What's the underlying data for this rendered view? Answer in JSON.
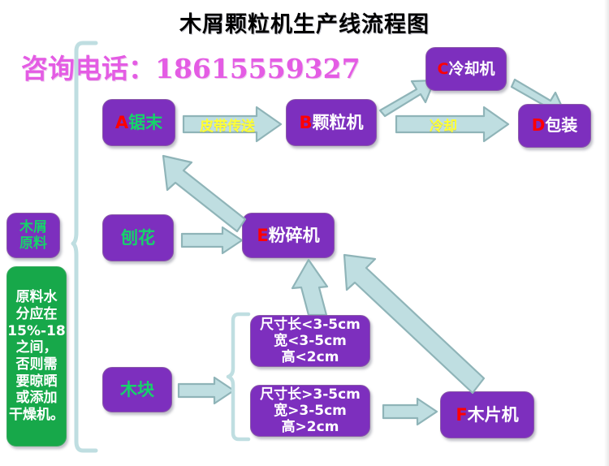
{
  "header": {
    "title": "木屑颗粒机生产线流程图",
    "phone": "咨询电话：18615559327"
  },
  "colors": {
    "box_fill": "#7d2fbe",
    "note_fill": "#17a84a",
    "arrow_fill": "#bfdee1",
    "arrow_stroke": "#8fb4b8",
    "tag_color": "#ff0000",
    "green_text": "#16d36a",
    "arrow_label": "#ffff33",
    "phone_color": "#e45ce4",
    "background": "#ffffff"
  },
  "nodes": {
    "sawdust": {
      "tag": "A",
      "label": "锯末"
    },
    "pelletizer": {
      "tag": "B",
      "label": "颗粒机"
    },
    "cooler": {
      "tag": "C",
      "label": "冷却机"
    },
    "packing": {
      "tag": "D",
      "label": "包装"
    },
    "crusher": {
      "tag": "E",
      "label": "粉碎机"
    },
    "chipper": {
      "tag": "F",
      "label": "木片机"
    },
    "raw_material": {
      "line1": "木屑",
      "line2": "原料"
    },
    "shavings": {
      "label": "刨花"
    },
    "wood_block": {
      "label": "木块"
    },
    "note": {
      "line1": "原料水",
      "line2": "分应在",
      "line3": "15%-18",
      "line4": "之间，",
      "line5": "否则需",
      "line6": "要晾晒",
      "line7": "或添加",
      "line8": "干燥机。"
    },
    "spec_small": {
      "line1": "尺寸长<3-5cm",
      "line2": "宽<3-5cm",
      "line3": "高<2cm"
    },
    "spec_large": {
      "line1": "尺寸长>3-5cm",
      "line2": "宽>3-5cm",
      "line3": "高>2cm"
    }
  },
  "arrows": {
    "belt_label": "皮带传送",
    "cooling_label": "冷却"
  }
}
